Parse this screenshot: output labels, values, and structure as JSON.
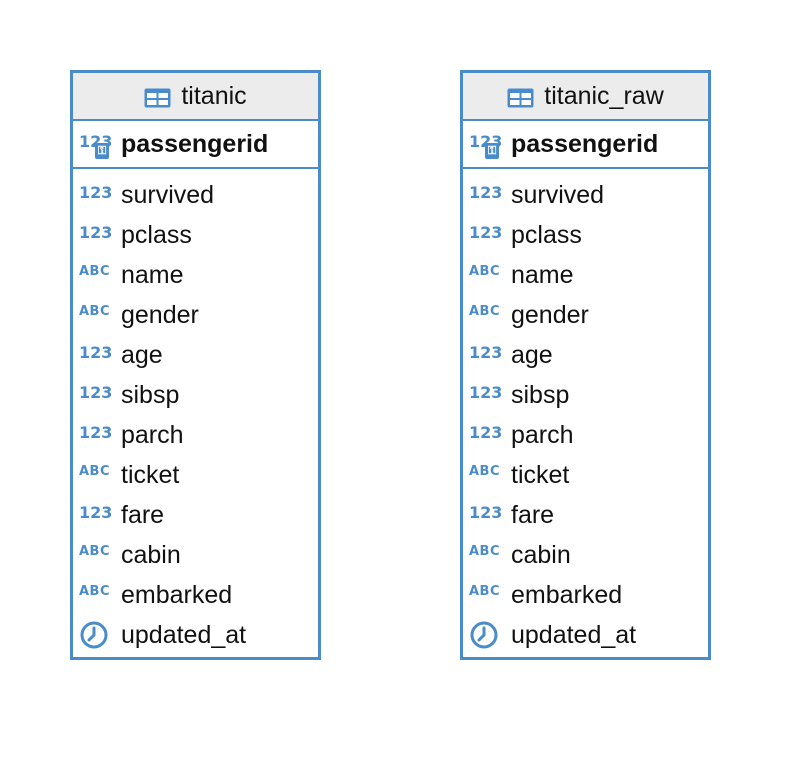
{
  "colors": {
    "accent": "#4a8ccb",
    "header_bg": "#ececec"
  },
  "entities": [
    {
      "name": "titanic",
      "primary_key": {
        "name": "passengerid",
        "type": "123"
      },
      "columns": [
        {
          "name": "survived",
          "type": "123"
        },
        {
          "name": "pclass",
          "type": "123"
        },
        {
          "name": "name",
          "type": "ABC"
        },
        {
          "name": "gender",
          "type": "ABC"
        },
        {
          "name": "age",
          "type": "123"
        },
        {
          "name": "sibsp",
          "type": "123"
        },
        {
          "name": "parch",
          "type": "123"
        },
        {
          "name": "ticket",
          "type": "ABC"
        },
        {
          "name": "fare",
          "type": "123"
        },
        {
          "name": "cabin",
          "type": "ABC"
        },
        {
          "name": "embarked",
          "type": "ABC"
        },
        {
          "name": "updated_at",
          "type": "clock-icon"
        }
      ]
    },
    {
      "name": "titanic_raw",
      "primary_key": {
        "name": "passengerid",
        "type": "123"
      },
      "columns": [
        {
          "name": "survived",
          "type": "123"
        },
        {
          "name": "pclass",
          "type": "123"
        },
        {
          "name": "name",
          "type": "ABC"
        },
        {
          "name": "gender",
          "type": "ABC"
        },
        {
          "name": "age",
          "type": "123"
        },
        {
          "name": "sibsp",
          "type": "123"
        },
        {
          "name": "parch",
          "type": "123"
        },
        {
          "name": "ticket",
          "type": "ABC"
        },
        {
          "name": "fare",
          "type": "123"
        },
        {
          "name": "cabin",
          "type": "ABC"
        },
        {
          "name": "embarked",
          "type": "ABC"
        },
        {
          "name": "updated_at",
          "type": "clock-icon"
        }
      ]
    }
  ]
}
